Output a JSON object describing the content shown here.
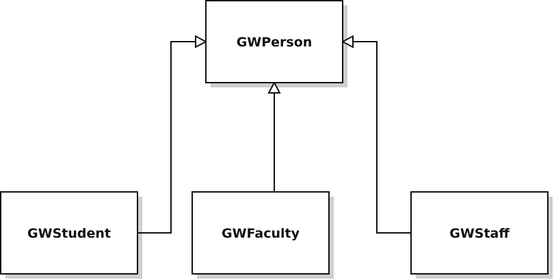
{
  "diagram": {
    "type": "UML class inheritance",
    "classes": [
      {
        "id": "person",
        "name": "GWPerson"
      },
      {
        "id": "student",
        "name": "GWStudent"
      },
      {
        "id": "faculty",
        "name": "GWFaculty"
      },
      {
        "id": "staff",
        "name": "GWStaff"
      }
    ],
    "relations": [
      {
        "from": "GWStudent",
        "to": "GWPerson",
        "kind": "generalization"
      },
      {
        "from": "GWFaculty",
        "to": "GWPerson",
        "kind": "generalization"
      },
      {
        "from": "GWStaff",
        "to": "GWPerson",
        "kind": "generalization"
      }
    ]
  }
}
